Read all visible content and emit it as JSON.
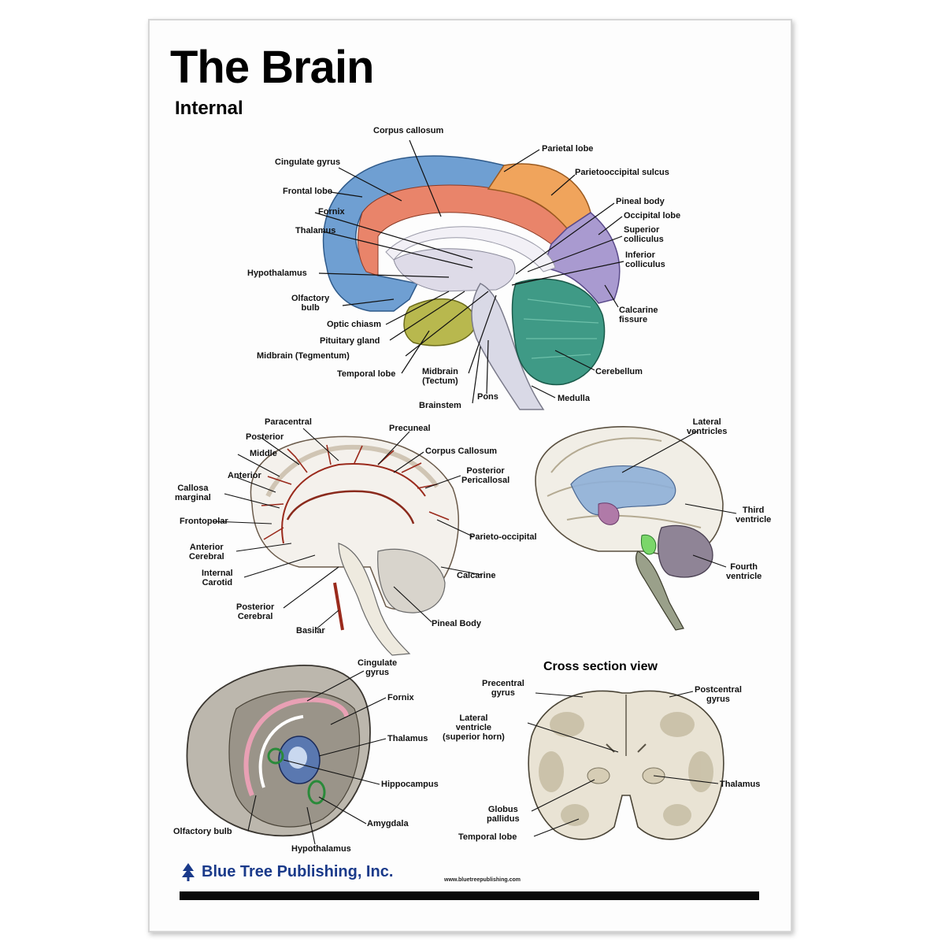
{
  "title": "The Brain",
  "subtitle": "Internal",
  "cross_section_title": "Cross section view",
  "publisher": "Blue Tree Publishing, Inc.",
  "website": "www.bluetreepublishing.com",
  "colors": {
    "frontal": "#6f9fd2",
    "cingulate": "#e9846a",
    "parietal": "#f0a45c",
    "occipital": "#a99ad0",
    "temporal": "#b8b84e",
    "cerebellum": "#3f9a86",
    "stem": "#d9d9e6",
    "artery": "#9a2a1c",
    "ventricle": "#8fb0d8",
    "publisher": "#1a3a8a"
  },
  "sagittal": {
    "labels": {
      "corpus_callosum": "Corpus callosum",
      "parietal_lobe": "Parietal lobe",
      "cingulate_gyrus": "Cingulate gyrus",
      "parietooccipital_sulcus": "Parietooccipital sulcus",
      "frontal_lobe": "Frontal lobe",
      "pineal_body": "Pineal body",
      "fornix": "Fornix",
      "occipital_lobe": "Occipital lobe",
      "thalamus": "Thalamus",
      "superior_colliculus": "Superior\ncolliculus",
      "inferior_colliculus": "Inferior\ncolliculus",
      "hypothalamus": "Hypothalamus",
      "olfactory_bulb": "Olfactory\nbulb",
      "calcarine_fissure": "Calcarine\nfissure",
      "optic_chiasm": "Optic chiasm",
      "pituitary_gland": "Pituitary gland",
      "midbrain_tegmentum": "Midbrain (Tegmentum)",
      "cerebellum": "Cerebellum",
      "temporal_lobe": "Temporal lobe",
      "midbrain_tectum": "Midbrain\n(Tectum)",
      "pons": "Pons",
      "medulla": "Medulla",
      "brainstem": "Brainstem"
    }
  },
  "arteries": {
    "labels": {
      "paracentral": "Paracentral",
      "precuneal": "Precuneal",
      "posterior": "Posterior",
      "corpus_callosum": "Corpus Callosum",
      "middle": "Middle",
      "posterior_pericallosal": "Posterior\nPericallosal",
      "anterior": "Anterior",
      "callosomarginal": "Callosa\nmarginal",
      "frontopolar": "Frontopolar",
      "parieto_occipital": "Parieto-occipital",
      "anterior_cerebral": "Anterior\nCerebral",
      "internal_carotid": "Internal\nCarotid",
      "calcarine": "Calcarine",
      "posterior_cerebral": "Posterior\nCerebral",
      "pineal_body": "Pineal Body",
      "basilar": "Basilar"
    }
  },
  "ventricles": {
    "labels": {
      "lateral_ventricles": "Lateral\nventricles",
      "third_ventricle": "Third\nventricle",
      "fourth_ventricle": "Fourth\nventricle"
    }
  },
  "limbic": {
    "labels": {
      "cingulate_gyrus": "Cingulate\ngyrus",
      "fornix": "Fornix",
      "thalamus": "Thalamus",
      "hippocampus": "Hippocampus",
      "amygdala": "Amygdala",
      "olfactory_bulb": "Olfactory bulb",
      "hypothalamus": "Hypothalamus"
    }
  },
  "cross_section": {
    "labels": {
      "precentral_gyrus": "Precentral\ngyrus",
      "postcentral_gyrus": "Postcentral\ngyrus",
      "lateral_ventricle": "Lateral\nventricle\n(superior horn)",
      "thalamus": "Thalamus",
      "globus_pallidus": "Globus\npallidus",
      "temporal_lobe": "Temporal lobe"
    }
  }
}
